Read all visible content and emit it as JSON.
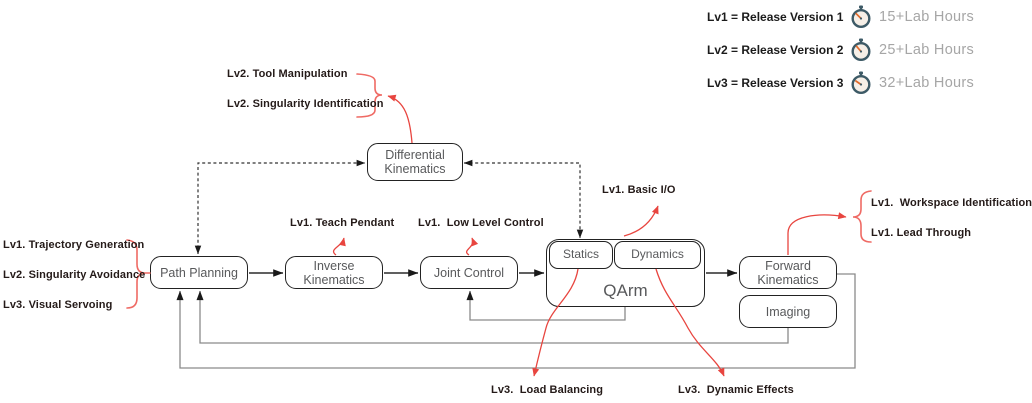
{
  "legend": {
    "items": [
      {
        "level": "Lv1",
        "label": "Lv1 = Release Version 1",
        "hours": "15+Lab Hours"
      },
      {
        "level": "Lv2",
        "label": "Lv2 = Release Version 2",
        "hours": "25+Lab Hours"
      },
      {
        "level": "Lv3",
        "label": "Lv3 = Release Version 3",
        "hours": "32+Lab Hours"
      }
    ]
  },
  "nodes": {
    "path_planning": {
      "label": "Path Planning"
    },
    "inverse_kinematics": {
      "label": "Inverse Kinematics"
    },
    "joint_control": {
      "label": "Joint Control"
    },
    "differential_kinematics": {
      "label": "Differential Kinematics"
    },
    "statics": {
      "label": "Statics"
    },
    "dynamics": {
      "label": "Dynamics"
    },
    "qarm": {
      "label": "QArm"
    },
    "forward_kinematics": {
      "label": "Forward Kinematics"
    },
    "imaging": {
      "label": "Imaging"
    }
  },
  "annotations": {
    "tool_manipulation": "Lv2. Tool Manipulation",
    "singularity_identification": "Lv2. Singularity Identification",
    "trajectory_generation": "Lv1. Trajectory Generation",
    "singularity_avoidance": "Lv2. Singularity Avoidance",
    "visual_servoing": "Lv3. Visual Servoing",
    "teach_pendant": "Lv1. Teach Pendant",
    "low_level_control": "Lv1.  Low Level Control",
    "basic_io": "Lv1. Basic I/O",
    "workspace_identification": "Lv1.  Workspace Identification",
    "lead_through": "Lv1. Lead Through",
    "load_balancing": "Lv3.  Load Balancing",
    "dynamic_effects": "Lv3.  Dynamic Effects"
  },
  "colors": {
    "annotation_red": "#e8453f",
    "brace_red": "#ef6a64",
    "feedback_gray": "#8a8a8a",
    "flow_black": "#2b2b2b",
    "box_border": "#222222",
    "box_text_gray": "#58595b",
    "hours_gray": "#a6a6a6",
    "stopwatch_ring": "#3d5a66",
    "stopwatch_face": "#f6efe7",
    "stopwatch_needle": "#e06a2a"
  }
}
